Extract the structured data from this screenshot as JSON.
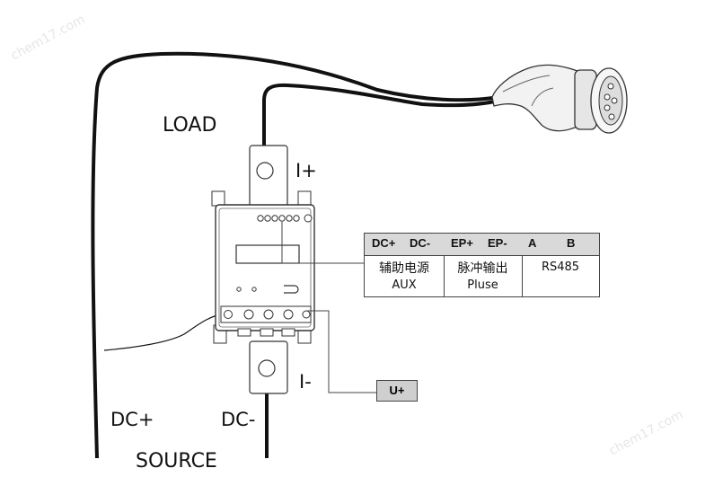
{
  "labels": {
    "load": "LOAD",
    "i_plus": "I+",
    "i_minus": "I-",
    "dc_plus": "DC+",
    "dc_minus": "DC-",
    "source": "SOURCE",
    "u_plus": "U+"
  },
  "terminal_table": {
    "headers": [
      "DC+",
      "DC-",
      "EP+",
      "EP-",
      "A",
      "B"
    ],
    "groups": [
      {
        "cn": "辅助电源",
        "en": "AUX"
      },
      {
        "cn": "脉冲输出",
        "en": "Pluse"
      },
      {
        "cn": "",
        "en": "RS485"
      }
    ]
  },
  "watermarks": [
    "chem17.com",
    "chem17.com"
  ]
}
